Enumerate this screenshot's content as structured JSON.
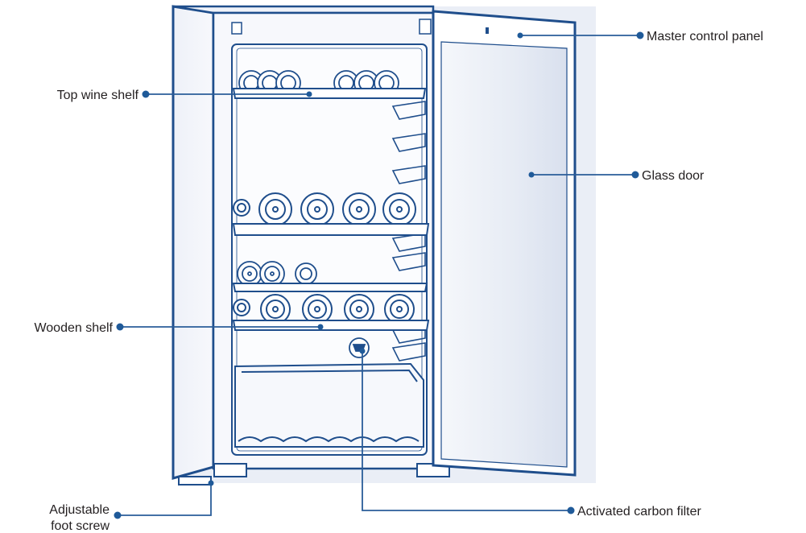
{
  "labels": {
    "master_control_panel": "Master control panel",
    "top_wine_shelf": "Top wine shelf",
    "glass_door": "Glass door",
    "wooden_shelf": "Wooden shelf",
    "adjustable_foot_screw_line1": "Adjustable",
    "adjustable_foot_screw_line2": "foot screw",
    "activated_carbon_filter": "Activated carbon filter"
  },
  "colors": {
    "outline": "#1f4e8c",
    "leader": "#2a5d99",
    "body_fill": "#f4f6fb",
    "door_fill": "#e3e8f2",
    "text": "#231f20"
  }
}
